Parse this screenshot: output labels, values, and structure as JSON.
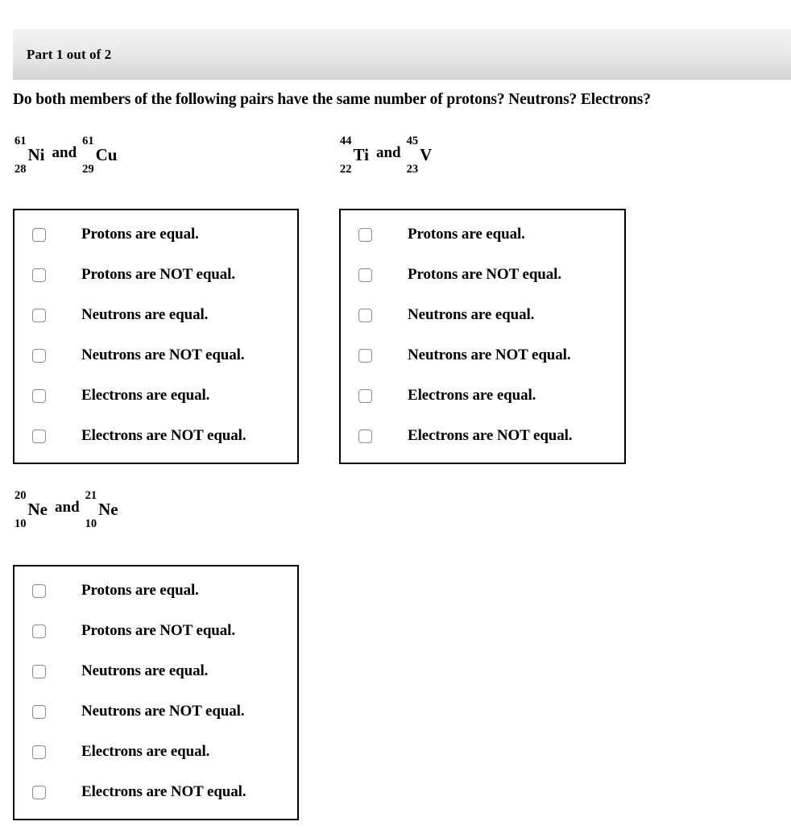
{
  "header": {
    "title": "Part 1 out of 2"
  },
  "question": {
    "prompt": "Do both members of the following pairs have the same number of protons? Neutrons? Electrons?"
  },
  "conjunction": "and",
  "pairs": [
    {
      "id": "pair-1",
      "left": {
        "mass_number": "61",
        "atomic_number": "28",
        "symbol": "Ni"
      },
      "right": {
        "mass_number": "61",
        "atomic_number": "29",
        "symbol": "Cu"
      }
    },
    {
      "id": "pair-2",
      "left": {
        "mass_number": "44",
        "atomic_number": "22",
        "symbol": "Ti"
      },
      "right": {
        "mass_number": "45",
        "atomic_number": "23",
        "symbol": "V"
      }
    },
    {
      "id": "pair-3",
      "left": {
        "mass_number": "20",
        "atomic_number": "10",
        "symbol": "Ne"
      },
      "right": {
        "mass_number": "21",
        "atomic_number": "10",
        "symbol": "Ne"
      }
    }
  ],
  "options": [
    {
      "label": "Protons are equal.",
      "checked": false
    },
    {
      "label": "Protons are NOT equal.",
      "checked": false
    },
    {
      "label": "Neutrons are equal.",
      "checked": false
    },
    {
      "label": "Neutrons are NOT equal.",
      "checked": false
    },
    {
      "label": "Electrons are equal.",
      "checked": false
    },
    {
      "label": "Electrons are NOT equal.",
      "checked": false
    }
  ],
  "panels": [
    {
      "id": "panel-1",
      "pair_index": 0
    },
    {
      "id": "panel-2",
      "pair_index": 1
    },
    {
      "id": "panel-3",
      "pair_index": 2
    }
  ],
  "colors": {
    "page_background": "#ffffff",
    "header_gradient_top": "#f2f2f2",
    "header_gradient_bottom": "#d2d2d2",
    "panel_border": "#000000",
    "checkbox_border": "#8a8a8a",
    "text": "#000000"
  }
}
